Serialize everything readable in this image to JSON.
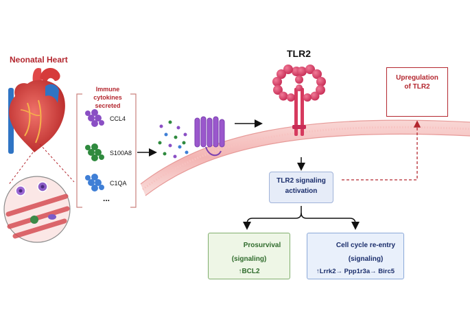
{
  "heart_title": "Neonatal Heart",
  "cytokines": {
    "header": "Immune cytokines secreted",
    "items": [
      {
        "label": "CCL4",
        "color": "#8a4fc4"
      },
      {
        "label": "S100A8",
        "color": "#2f8a3e"
      },
      {
        "label": "C1QA",
        "color": "#3f7fd6"
      }
    ],
    "ellipsis": "..."
  },
  "receptor_title": "TLR2",
  "signaling": {
    "line1": "TLR2 signaling",
    "line2": "activation"
  },
  "upregulation": {
    "line1": "Upregulation",
    "line2": "of TLR2"
  },
  "prosurvival": {
    "line1": "Prosurvival",
    "line2": "(signaling)",
    "gene": "↑BCL2"
  },
  "cell_cycle": {
    "line1": "Cell cycle re-entry",
    "line2": "(signaling)",
    "genes": "↑Lrrk2→ Ppp1r3a→ Birc5"
  },
  "colors": {
    "accent_red": "#b3262e",
    "receptor": "#d63a5e",
    "membrane": "#f3b0ae",
    "signal_box": "#e6ecf8",
    "prosurvival_box": "#eef6e6",
    "cellcycle_box": "#e9f0fb"
  }
}
